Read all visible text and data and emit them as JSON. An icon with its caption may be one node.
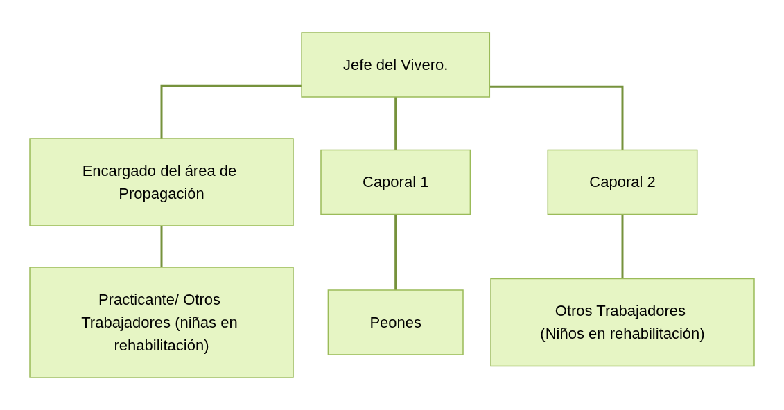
{
  "diagram": {
    "nodes": [
      {
        "text": [
          "Jefe del Vivero."
        ]
      },
      {
        "text": [
          "Encargado del área de Propagación"
        ]
      },
      {
        "text": [
          "Caporal 1"
        ]
      },
      {
        "text": [
          "Caporal 2"
        ]
      },
      {
        "text": [
          "Practicante/ Otros Trabajadores (niñas en rehabilitación)"
        ]
      },
      {
        "text": [
          "Peones"
        ]
      },
      {
        "text": [
          "Otros Trabajadores (Niños en rehabilitación)"
        ]
      }
    ],
    "edges": [
      {
        "from": 0,
        "to": 1,
        "arrow": "none"
      },
      {
        "from": 0,
        "to": 2,
        "arrow": "none"
      },
      {
        "from": 0,
        "to": 3,
        "arrow": "none"
      },
      {
        "from": 1,
        "to": 4,
        "arrow": "none"
      },
      {
        "from": 2,
        "to": 5,
        "arrow": "none"
      },
      {
        "from": 3,
        "to": 6,
        "arrow": "none"
      }
    ]
  }
}
